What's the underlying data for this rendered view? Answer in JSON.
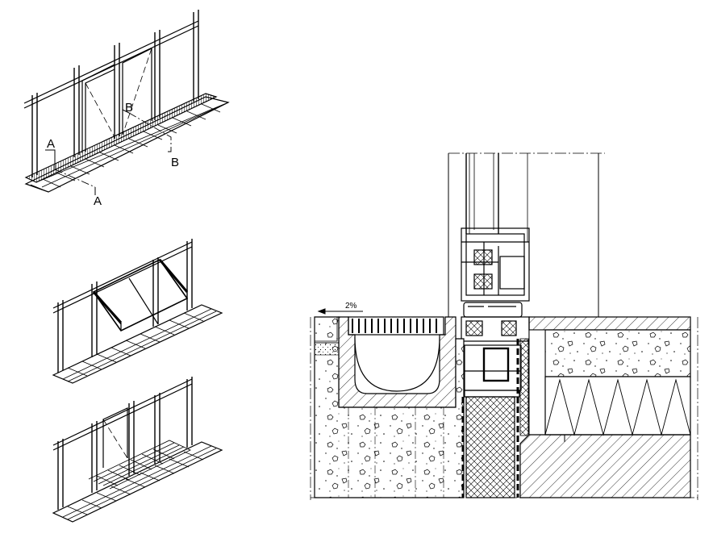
{
  "figure": {
    "section_marks": {
      "a_top": "A",
      "a_bottom": "A",
      "b_top": "B",
      "b_bottom": "B"
    },
    "slope_label": "2%"
  }
}
